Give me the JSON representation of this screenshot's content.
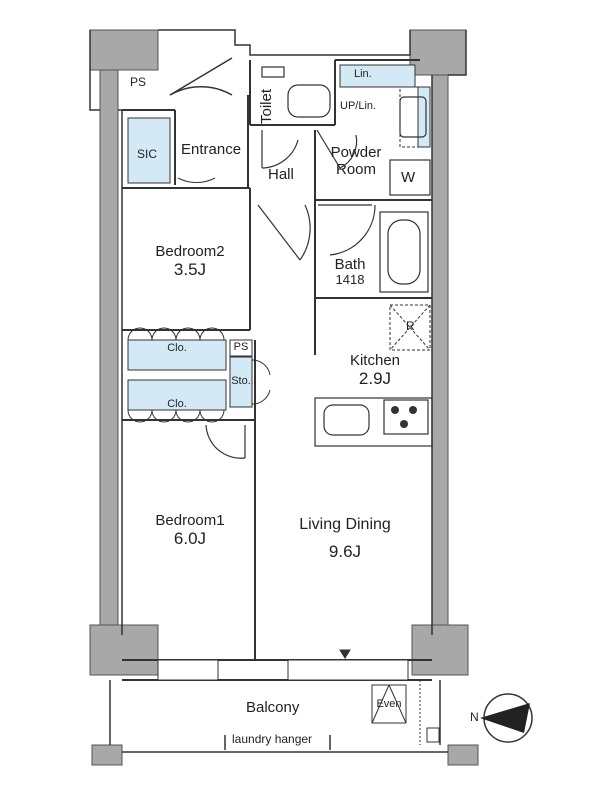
{
  "rooms": {
    "ps_top": "PS",
    "sic": "SIC",
    "entrance": "Entrance",
    "toilet": "Toilet",
    "linen": "Lin.",
    "up_linen": "UP/Lin.",
    "hall": "Hall",
    "powder_room": "Powder Room",
    "washer": "W",
    "bedroom2": {
      "name": "Bedroom2",
      "area": "3.5J"
    },
    "bath": {
      "name": "Bath",
      "size": "1418"
    },
    "refrigerator": "R",
    "closet_upper": "Clo.",
    "closet_lower": "Clo.",
    "ps_mid": "PS",
    "storage": "Sto.",
    "kitchen": {
      "name": "Kitchen",
      "area": "2.9J"
    },
    "bedroom1": {
      "name": "Bedroom1",
      "area": "6.0J"
    },
    "living_dining": {
      "name": "Living Dining",
      "area": "9.6J"
    },
    "balcony": "Balcony",
    "even": "Even",
    "laundry_hanger": "laundry hanger",
    "north": "N"
  },
  "colors": {
    "storage_fill": "#d3eaf6",
    "wall": "#9a9a9a",
    "line": "#333333"
  }
}
